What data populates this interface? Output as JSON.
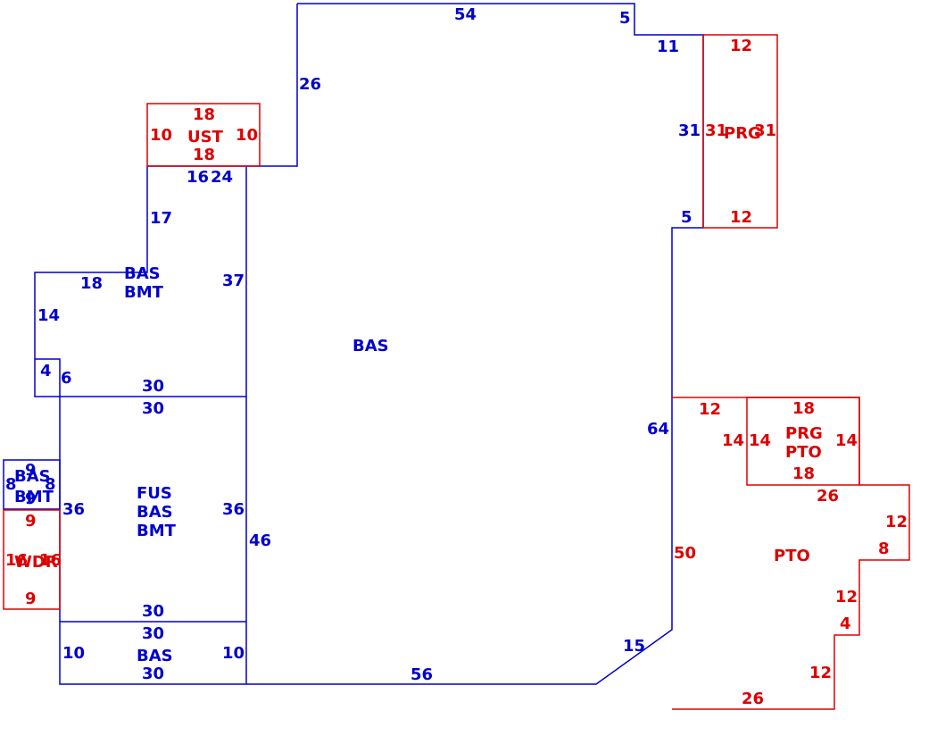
{
  "colors": {
    "building": "#0000cc",
    "addition": "#dd0000",
    "background": "#ffffff"
  },
  "areas": {
    "bas_main": "BAS",
    "bas_bmt_upper": [
      "BAS",
      "BMT"
    ],
    "fus_bas_bmt": [
      "FUS",
      "BAS",
      "BMT"
    ],
    "bas_lower": "BAS",
    "bas_bmt_small": [
      "BAS",
      "BMT"
    ],
    "ust": "UST",
    "prg_top": "PRG",
    "prg_pto": [
      "PRG",
      "PTO"
    ],
    "pto": "PTO",
    "wdr": "WDR"
  },
  "dims_blue": {
    "top": "54",
    "top_right": "5",
    "upper_step": "11",
    "right_wall_upper": "31",
    "right_step": "5",
    "right_wall": "64",
    "diag": "15",
    "bottom": "56",
    "left_mid": "46",
    "step_26": "26",
    "ust_base_a": "16",
    "ust_base_b": "24",
    "wall_17": "17",
    "wall_37": "37",
    "wall_18": "18",
    "wall_14": "14",
    "wall_4": "4",
    "wall_6": "6",
    "fus_top_a": "30",
    "fus_top_b": "30",
    "fus_left": "36",
    "fus_right": "36",
    "fus_bottom_a": "30",
    "fus_bottom_b": "30",
    "bas_left": "10",
    "bas_right": "10",
    "bas_bottom": "30",
    "small_top": "9",
    "small_left": "8",
    "small_right": "8",
    "small_bottom": "9"
  },
  "dims_red": {
    "ust_top": "18",
    "ust_bottom": "18",
    "ust_left": "10",
    "ust_right": "10",
    "prg_top": "12",
    "prg_bottom": "12",
    "prg_left": "31",
    "prg_right": "31",
    "pto_12": "12",
    "prgpto_left_a": "14",
    "prgpto_left_b": "14",
    "prgpto_top": "18",
    "prgpto_right": "14",
    "prgpto_bottom": "18",
    "pto_26": "26",
    "pto_12b": "12",
    "pto_8": "8",
    "pto_50": "50",
    "pto_12c": "12",
    "pto_4": "4",
    "pto_12d": "12",
    "pto_bottom": "26",
    "wdr_top": "9",
    "wdr_left": "16",
    "wdr_right": "16",
    "wdr_bottom": "9"
  }
}
